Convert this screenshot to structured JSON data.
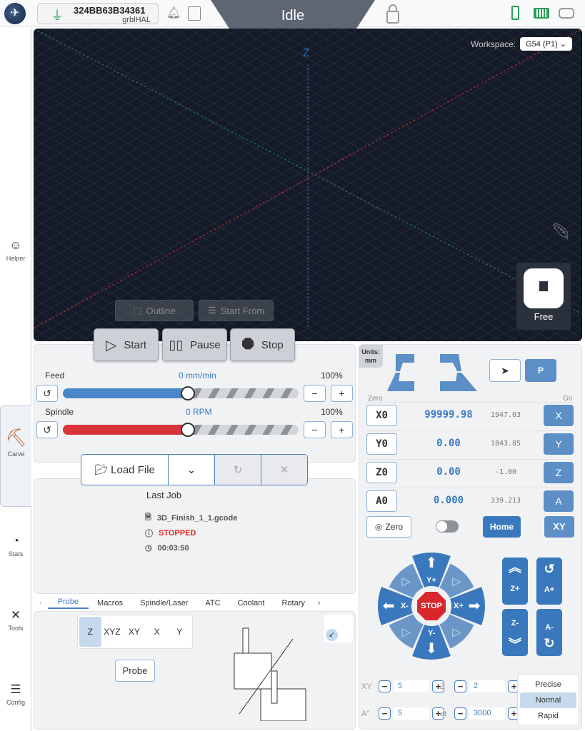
{
  "topbar": {
    "device_id": "324BB63B34361",
    "firmware": "grblHAL",
    "state": "Idle",
    "icons": [
      "logo",
      "usb-connected-icon",
      "bell-icon",
      "circuit-icon",
      "lock-icon",
      "phone-icon",
      "keyboard-icon",
      "gamepad-icon"
    ]
  },
  "sidebar": {
    "items": [
      {
        "label": "Helper",
        "icon": "helper-icon"
      },
      {
        "label": "Carve",
        "icon": "carve-icon",
        "active": true
      },
      {
        "label": "Stats",
        "icon": "gauge-icon"
      },
      {
        "label": "Tools",
        "icon": "tools-icon"
      },
      {
        "label": "Config",
        "icon": "config-icon"
      }
    ]
  },
  "visualizer": {
    "axis_label": "Z",
    "workspace_label": "Workspace:",
    "workspace_value": "G54 (P1)",
    "camera_label": "Free",
    "outline_label": "Outline",
    "start_from_label": "Start From"
  },
  "job_controls": {
    "start": "Start",
    "pause": "Pause",
    "stop": "Stop"
  },
  "overrides": {
    "feed": {
      "label": "Feed",
      "value": "0 mm/min",
      "percent": "100%",
      "level": 0.5
    },
    "spindle": {
      "label": "Spindle",
      "value": "0 RPM",
      "percent": "100%",
      "level": 0.5
    }
  },
  "file": {
    "load_label": "Load File"
  },
  "last_job": {
    "title": "Last Job",
    "file": "3D_Finish_1_1.gcode",
    "status": "STOPPED",
    "duration": "00:03:50"
  },
  "tabs": [
    "Probe",
    "Macros",
    "Spindle/Laser",
    "ATC",
    "Coolant",
    "Rotary"
  ],
  "probe": {
    "modes": [
      "Z",
      "XYZ",
      "XY",
      "X",
      "Y"
    ],
    "selected": "Z",
    "button": "Probe"
  },
  "dro": {
    "units_label": "Units:",
    "units": "mm",
    "zero_label": "Zero",
    "go_label": "Go",
    "p_label": "P",
    "rows": [
      {
        "zero": "X0",
        "work": "99999.98",
        "machine": "1947.03",
        "go": "X"
      },
      {
        "zero": "Y0",
        "work": "0.00",
        "machine": "1843.85",
        "go": "Y"
      },
      {
        "zero": "Z0",
        "work": "0.00",
        "machine": "-1.00",
        "go": "Z"
      },
      {
        "zero": "A0",
        "work": "0.000",
        "machine": "339.213",
        "go": "A"
      }
    ],
    "zero_all": "Zero",
    "home": "Home",
    "go_xy": "XY"
  },
  "jog": {
    "yplus": "Y+",
    "yminus": "Y-",
    "xplus": "X+",
    "xminus": "X-",
    "stop": "STOP",
    "zplus": "Z+",
    "zminus": "Z-",
    "aplus": "A+",
    "aminus": "A-",
    "steps": {
      "xy_label": "XY",
      "xy": "5",
      "z_label": "Z",
      "z": "2",
      "a_label": "A°",
      "a": "5",
      "at_label": "at",
      "feed": "3000"
    },
    "speeds": [
      "Precise",
      "Normal",
      "Rapid"
    ],
    "speed_selected": "Normal"
  },
  "colors": {
    "accent": "#3a78bd",
    "stop": "#d9262c",
    "feed": "#4a87c8",
    "spindle": "#d9343a",
    "status_stopped": "#e02424"
  }
}
